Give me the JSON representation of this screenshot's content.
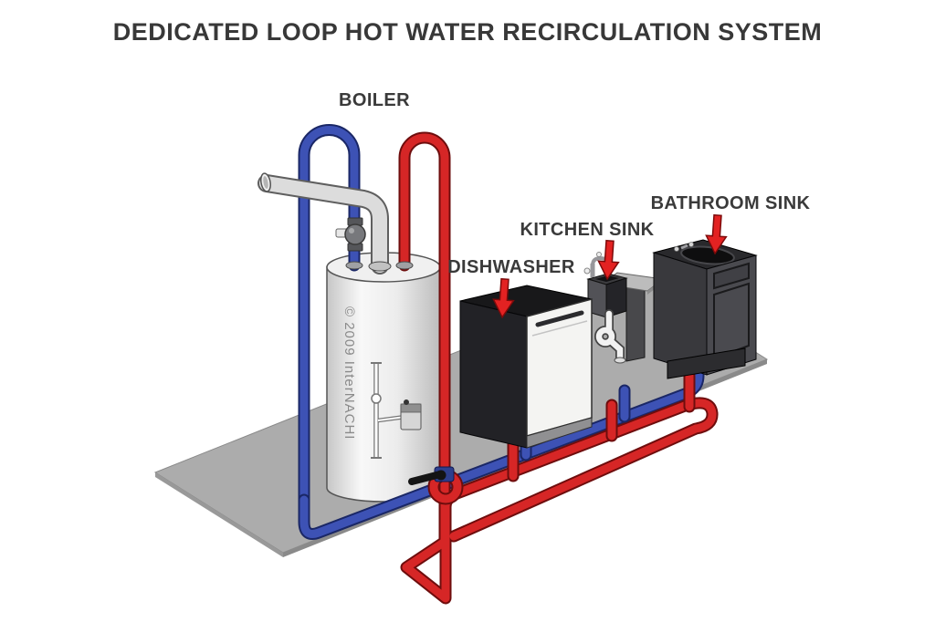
{
  "title": "DEDICATED LOOP HOT WATER RECIRCULATION SYSTEM",
  "labels": {
    "boiler": "BOILER",
    "dishwasher": "DISHWASHER",
    "kitchen_sink": "KITCHEN SINK",
    "bathroom_sink": "BATHROOM SINK"
  },
  "watermark": "© 2009 InterNACHI",
  "colors": {
    "hot_pipe_red": "#d62626",
    "cold_pipe_blue": "#3d52b5",
    "flue_gray": "#dcdcdc",
    "floor_gray": "#acacac",
    "arrow_red": "#e32222",
    "label_text": "#3a3a3a"
  },
  "arrows_point_to": [
    "dishwasher",
    "kitchen sink",
    "bathroom sink"
  ],
  "components": [
    "floor slab",
    "water heater tank (boiler)",
    "flue vent pipe",
    "cold water supply loop (blue)",
    "hot water recirculation loop (red)",
    "ball shut-off valve",
    "tank drain valve",
    "dishwasher",
    "kitchen sink with p-trap",
    "bathroom sink vanity"
  ]
}
